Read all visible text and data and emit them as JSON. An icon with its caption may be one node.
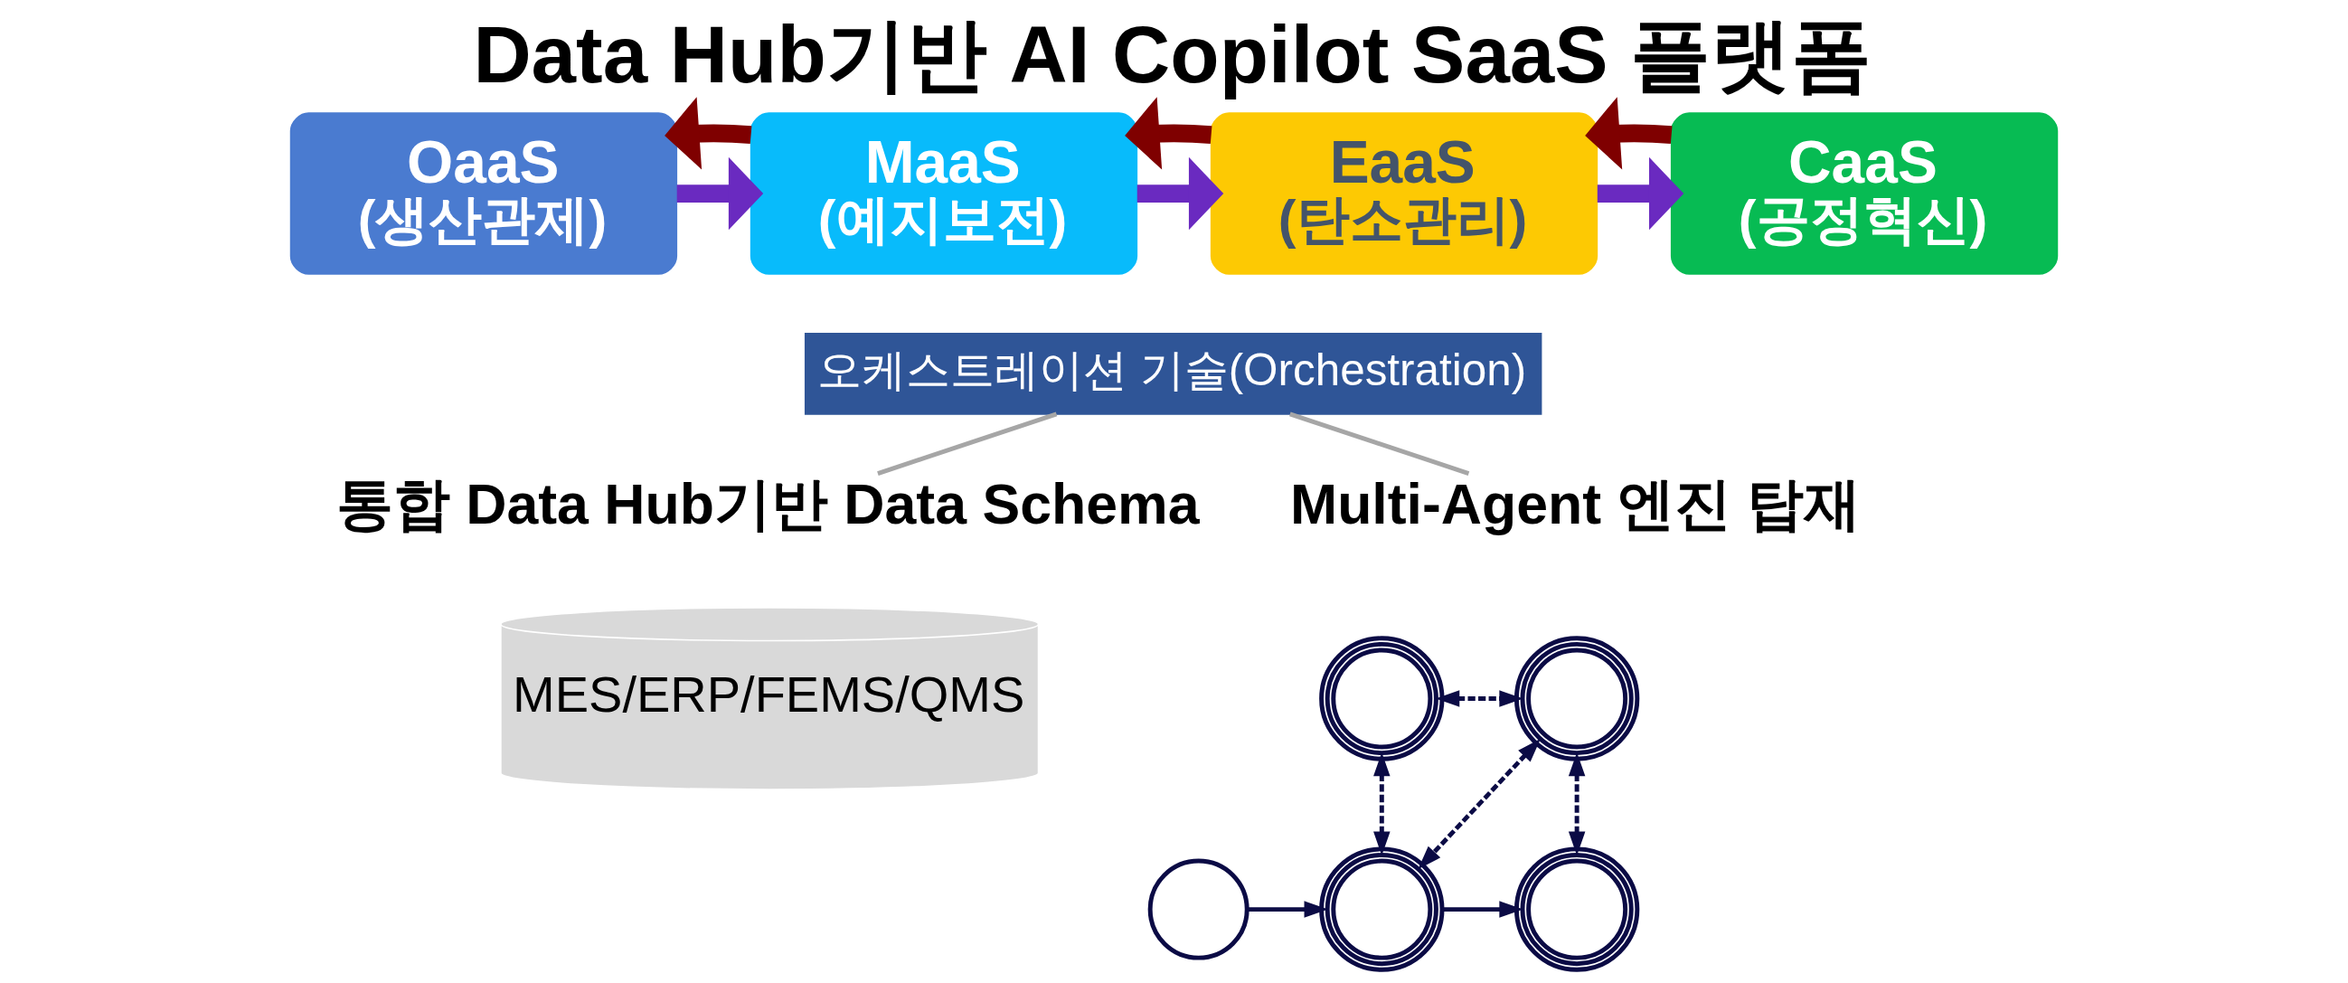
{
  "diagram": {
    "title": "Data Hub기반 AI Copilot SaaS 플랫폼",
    "nodes": [
      {
        "text": [
          "OaaS",
          "(생산관제)"
        ]
      },
      {
        "text": [
          "MaaS",
          "(예지보전)"
        ]
      },
      {
        "text": [
          "EaaS",
          "(탄소관리)"
        ]
      },
      {
        "text": [
          "CaaS",
          "(공정혁신)"
        ]
      },
      {
        "text": [
          "오케스트레이션 기술(Orchestration)"
        ]
      },
      {
        "text": [
          "통합 Data Hub기반 Data Schema"
        ]
      },
      {
        "text": [
          "Multi-Agent 엔진 탑재"
        ]
      },
      {
        "text": [
          "MES/ERP/FEMS/QMS"
        ]
      },
      {
        "text": [],
        "shape": "person"
      },
      {
        "text": [],
        "shape": "person"
      },
      {
        "text": [],
        "shape": "person"
      },
      {
        "text": [],
        "shape": "person"
      },
      {
        "text": [],
        "shape": "person"
      }
    ],
    "edges": [
      {
        "from": 0,
        "to": 1,
        "arrow": "to",
        "style": "thick",
        "color": "#6a2ac0"
      },
      {
        "from": 1,
        "to": 0,
        "arrow": "to",
        "style": "thick",
        "color": "#7f0000"
      },
      {
        "from": 1,
        "to": 2,
        "arrow": "to",
        "style": "thick",
        "color": "#6a2ac0"
      },
      {
        "from": 2,
        "to": 1,
        "arrow": "to",
        "style": "thick",
        "color": "#7f0000"
      },
      {
        "from": 2,
        "to": 3,
        "arrow": "to",
        "style": "thick",
        "color": "#6a2ac0"
      },
      {
        "from": 3,
        "to": 2,
        "arrow": "to",
        "style": "thick",
        "color": "#7f0000"
      },
      {
        "from": 4,
        "to": 5,
        "arrow": "none",
        "color": "#a6a6a6"
      },
      {
        "from": 4,
        "to": 6,
        "arrow": "none",
        "color": "#a6a6a6"
      },
      {
        "from": 8,
        "to": 9,
        "arrow": "both",
        "style": "dashed"
      },
      {
        "from": 8,
        "to": 11,
        "arrow": "both",
        "style": "dashed"
      },
      {
        "from": 9,
        "to": 11,
        "arrow": "both",
        "style": "dashed"
      },
      {
        "from": 9,
        "to": 12,
        "arrow": "both",
        "style": "dashed"
      },
      {
        "from": 10,
        "to": 11,
        "arrow": "to"
      },
      {
        "from": 11,
        "to": 12,
        "arrow": "to"
      }
    ]
  }
}
